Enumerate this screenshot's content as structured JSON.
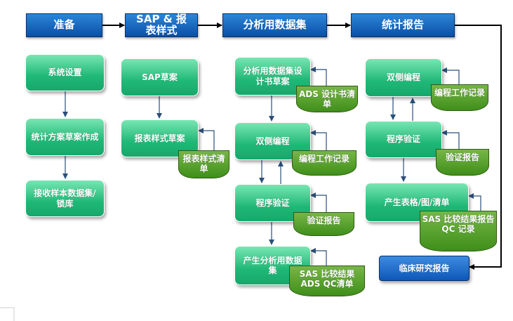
{
  "headers": {
    "prep": "准备",
    "sap": "SAP & 报表样式",
    "analysis": "分析用数据集",
    "stats": "统计报告"
  },
  "col1": {
    "system_setup": "系统设置",
    "stat_plan_draft": "统计方案草案作成",
    "receive_sample_lock": "接收样本数据集/锁库"
  },
  "col2": {
    "sap_draft": "SAP草案",
    "table_style_draft": "报表样式草案",
    "table_style_list": "报表样式清单"
  },
  "col3": {
    "dataset_spec_draft": "分析用数据集设计书草案",
    "ads_spec_list": "ADS 设计书清单",
    "double_programming": "双侧编程",
    "programming_log": "编程工作记录",
    "program_validation": "程序验证",
    "validation_report": "验证报告",
    "produce_dataset": "产生分析用数据集",
    "sas_ads_qc": "SAS 比较结果 ADS QC清单"
  },
  "col4": {
    "double_programming": "双侧编程",
    "programming_log": "编程工作记录",
    "program_validation": "程序验证",
    "validation_report": "验证报告",
    "produce_tables": "产生表格/图/清单",
    "sas_qc_log": "SAS 比较结果报告 QC 记录",
    "clinical_report": "临床研究报告"
  }
}
